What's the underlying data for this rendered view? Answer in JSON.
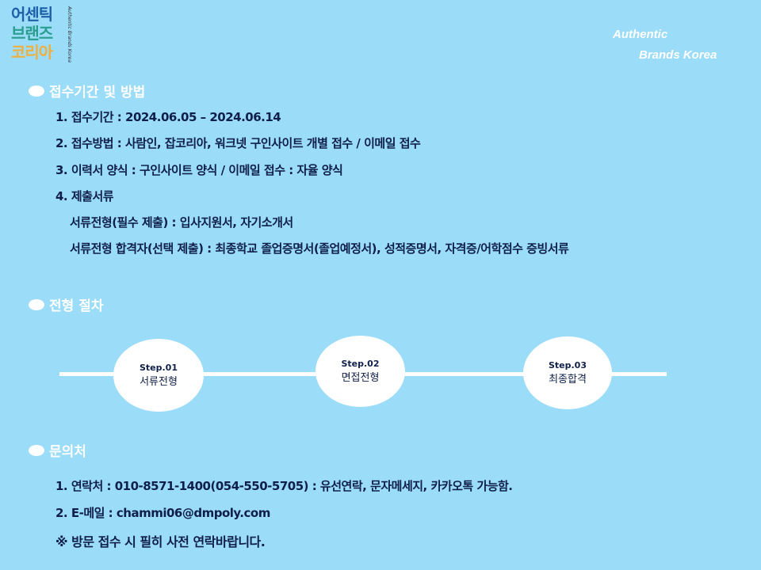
{
  "logo": {
    "lines": [
      "어센틱",
      "브랜즈",
      "코리아"
    ],
    "side_text": "Authentic Brands Korea"
  },
  "brand": {
    "line1": "Authentic",
    "line2": "Brands Korea"
  },
  "section1": {
    "title": "접수기간 및 방법",
    "items": [
      "1. 접수기간 : 2024.06.05 – 2024.06.14",
      "2. 접수방법 : 사람인, 잡코리아, 워크넷 구인사이트 개별 접수 / 이메일 접수",
      "3. 이력서 양식 : 구인사이트 양식 / 이메일 접수 : 자율 양식",
      "4. 제출서류",
      "서류전형(필수 제출) : 입사지원서, 자기소개서",
      "서류전형 합격자(선택 제출) : 최종학교 졸업증명서(졸업예정서), 성적증명서, 자격증/어학점수 증빙서류"
    ]
  },
  "section2": {
    "title": "전형 절차",
    "steps": [
      {
        "num": "Step.01",
        "label": "서류전형"
      },
      {
        "num": "Step.02",
        "label": "면접전형"
      },
      {
        "num": "Step.03",
        "label": "최종합격"
      }
    ]
  },
  "section3": {
    "title": "문의처",
    "items": [
      "1. 연락처 : 010-8571-1400(054-550-5705) : 유선연락, 문자메세지, 카카오톡 가능함.",
      "2. E-메일 : chammi06@dmpoly.com",
      "※ 방문 접수 시 필히 사전 연락바랍니다."
    ]
  }
}
